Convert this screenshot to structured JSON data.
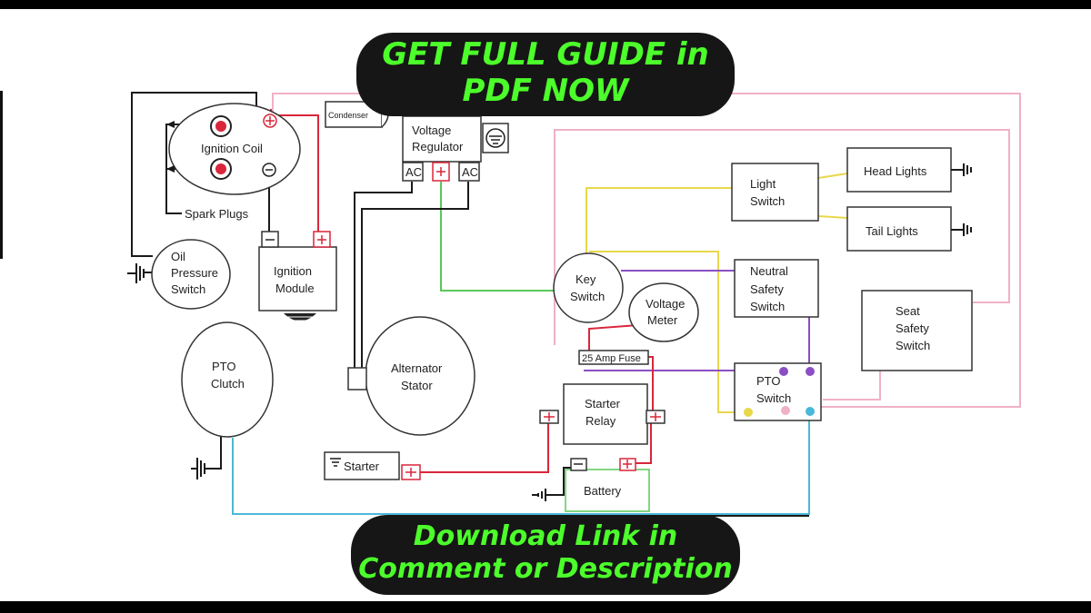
{
  "banner_top": {
    "line1": "GET FULL GUIDE in",
    "line2": "PDF NOW"
  },
  "banner_bottom": {
    "line1": "Download Link in",
    "line2": "Comment or Description"
  },
  "components": {
    "ignition_coil": "Ignition Coil",
    "spark_plugs": "Spark Plugs",
    "condenser": "Condenser",
    "voltage_regulator_1": "Voltage",
    "voltage_regulator_2": "Regulator",
    "ac_left": "AC",
    "ac_right": "AC",
    "oil_pressure_1": "Oil",
    "oil_pressure_2": "Pressure",
    "oil_pressure_3": "Switch",
    "ignition_module_1": "Ignition",
    "ignition_module_2": "Module",
    "pto_clutch_1": "PTO",
    "pto_clutch_2": "Clutch",
    "alternator_1": "Alternator",
    "alternator_2": "Stator",
    "key_switch_1": "Key",
    "key_switch_2": "Switch",
    "voltage_meter_1": "Voltage",
    "voltage_meter_2": "Meter",
    "fuse": "25 Amp Fuse",
    "starter_relay_1": "Starter",
    "starter_relay_2": "Relay",
    "starter": "Starter",
    "battery": "Battery",
    "light_switch_1": "Light",
    "light_switch_2": "Switch",
    "head_lights": "Head Lights",
    "tail_lights": "Tail Lights",
    "neutral_1": "Neutral",
    "neutral_2": "Safety",
    "neutral_3": "Switch",
    "seat_1": "Seat",
    "seat_2": "Safety",
    "seat_3": "Switch",
    "pto_switch_1": "PTO",
    "pto_switch_2": "Switch"
  },
  "terminals": {
    "plus": "+",
    "minus": "−"
  },
  "colors": {
    "red": "#d9263a",
    "green": "#5ac85a",
    "yellow": "#e8d84a",
    "purple": "#8a4fc4",
    "pink": "#f0b0c8",
    "cyan": "#4ab8d8",
    "black": "#1a1a1a",
    "banner_bg": "#161616",
    "banner_text": "#4cff2b"
  }
}
